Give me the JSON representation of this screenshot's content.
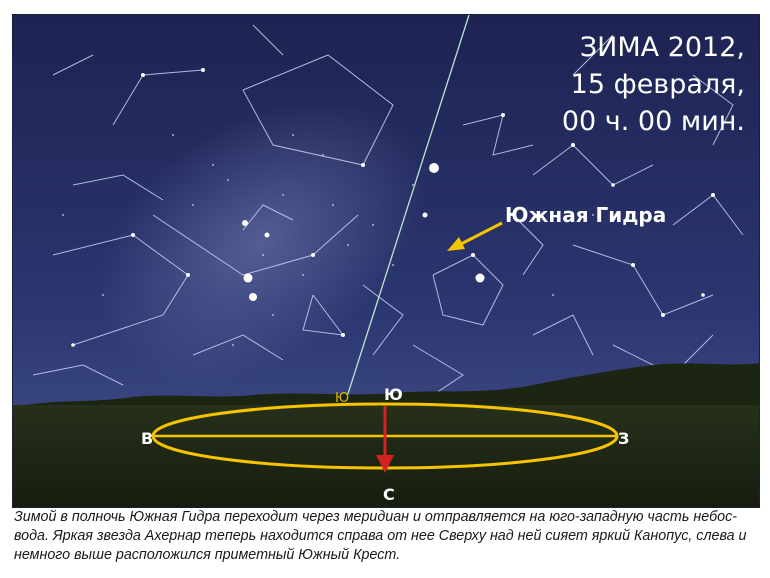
{
  "title": {
    "line1": "ЗИМА 2012,",
    "line2": "15 февраля,",
    "line3": "00 ч. 00 мин."
  },
  "label": {
    "south_hydra": "Южная Гидра"
  },
  "directions": {
    "south_top": "Ю",
    "south_small": "Ю",
    "east": "В",
    "west": "З",
    "south_bottom": "С"
  },
  "caption": {
    "line1": "Зимой в полночь Южная Гидра переходит через меридиан и отправляется на юго-западную часть небос-",
    "line2": "вода. Яркая звезда Ахернар теперь находится справа от нее Сверху над ней сияет яркий Канопус, слева и",
    "line3": "немного выше расположился приметный Южный Крест."
  },
  "colors": {
    "sky_top": "#1e2454",
    "sky_bottom": "#3c4a82",
    "ground": "#1f2a15",
    "horizon_ellipse": "#f5c400",
    "arrow": "#d2231f",
    "meridian": "#b9e6cf",
    "constellation_lines": "#c9d3f5",
    "pointer_arrow": "#f5c400"
  }
}
